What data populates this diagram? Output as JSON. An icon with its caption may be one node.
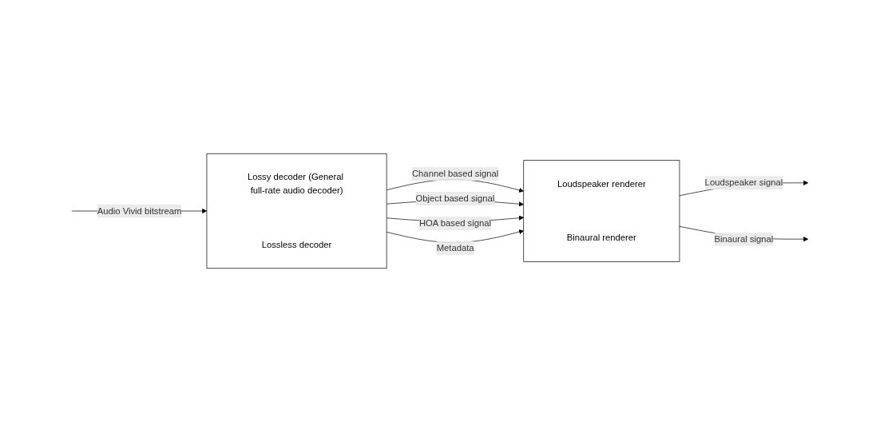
{
  "diagram": {
    "nodes": [
      {
        "text": [
          "Lossy decoder (General full-rate audio decoder)",
          "Lossless decoder"
        ]
      },
      {
        "text": [
          "Loudspeaker renderer",
          "Binaural renderer"
        ]
      }
    ],
    "edges": [
      {
        "from": null,
        "to": 0,
        "arrow": "to",
        "label": "Audio Vivid bitstream"
      },
      {
        "from": 0,
        "to": 1,
        "arrow": "to",
        "label": "Channel based signal"
      },
      {
        "from": 0,
        "to": 1,
        "arrow": "to",
        "label": "Object based signal"
      },
      {
        "from": 0,
        "to": 1,
        "arrow": "to",
        "label": "HOA based signal"
      },
      {
        "from": 0,
        "to": 1,
        "arrow": "to",
        "label": "Metadata"
      },
      {
        "from": 1,
        "to": null,
        "arrow": "to",
        "label": "Loudspeaker signal"
      },
      {
        "from": 1,
        "to": null,
        "arrow": "to",
        "label": "Binaural signal"
      }
    ]
  }
}
